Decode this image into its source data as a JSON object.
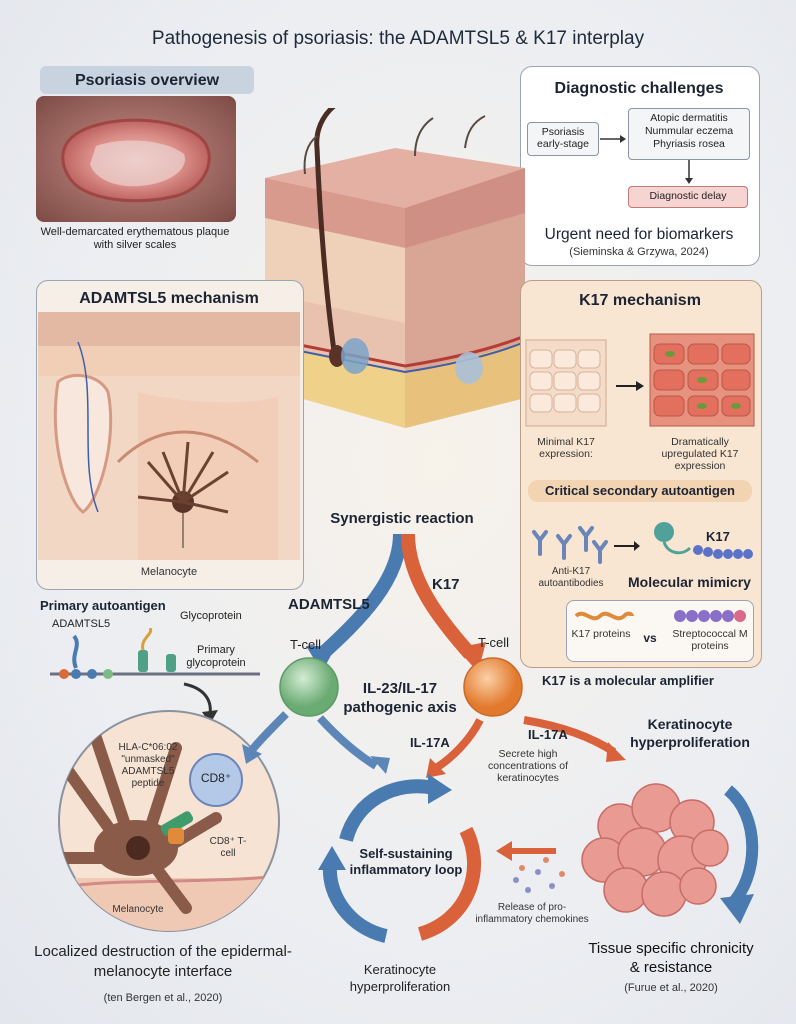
{
  "title": "Pathogenesis of psoriasis: the ADAMTSL5 & K17 interplay",
  "overview": {
    "header": "Psoriasis overview",
    "caption": "Well-demarcated erythematous plaque with silver scales"
  },
  "diagnostic": {
    "header": "Diagnostic challenges",
    "box_left": "Psoriasis early-stage",
    "box_right": "Atopic dermatitis Nummular eczema Phyriasis rosea",
    "box_delay": "Diagnostic delay",
    "urgent": "Urgent need for biomarkers",
    "citation": "(Sieminska & Grzywa, 2024)"
  },
  "adamtsl5_mech": {
    "header": "ADAMTSL5 mechanism",
    "melanocyte_label": "Melanocyte"
  },
  "primary": {
    "header": "Primary autoantigen",
    "adamtsl5": "ADAMTSL5",
    "glycoprotein": "Glycoprotein",
    "primary_glyco": "Primary glycoprotein"
  },
  "k17_mech": {
    "header": "K17 mechanism",
    "minimal": "Minimal K17 expression:",
    "upregulated": "Dramatically upregulated K17 expression",
    "critical": "Critical secondary autoantigen",
    "anti_k17": "Anti-K17 autoantibodies",
    "k17_tag": "K17",
    "mimicry": "Molecular mimicry",
    "k17_proteins": "K17 proteins",
    "vs": "vs",
    "strep": "Streptococcal M proteins"
  },
  "center": {
    "synergy": "Synergistic reaction",
    "adamtsl5": "ADAMTSL5",
    "k17": "K17",
    "tcell_left": "T-cell",
    "tcell_right": "T-cell",
    "axis": "IL-23/IL-17 pathogenic axis",
    "amplifier": "K17 is a molecular amplifier",
    "il17a_left": "IL-17A",
    "il17a_right": "IL-17A",
    "secrete": "Secrete high concentrations of keratinocytes",
    "loop": "Self-sustaining inflammatory loop",
    "release": "Release of pro-inflammatory chemokines",
    "kera_bottom": "Keratinocyte hyperproliferation"
  },
  "right_bottom": {
    "kera": "Keratinocyte hyperproliferation",
    "tissue": "Tissue specific chronicity & resistance",
    "citation": "(Furue et al., 2020)"
  },
  "left_bottom": {
    "hla": "HLA-C*06:02 \"unmasked\" ADAMTSL5 peptide",
    "cd8": "CD8⁺",
    "cd8_tcell": "CD8⁺ T-cell",
    "melanocyte": "Melanocyte",
    "localized": "Localized destruction of the epidermal-melanocyte interface",
    "citation": "(ten Bergen et al., 2020)"
  },
  "colors": {
    "adamtsl5_blue": "#4a7bb0",
    "k17_orange": "#d9623a",
    "tcell_green": "#7dbb84",
    "tcell_orange": "#f08a3e",
    "panel_blue": "#e7ecf3",
    "panel_peach": "#f8e6d2",
    "delay_red": "#f6d4d2"
  }
}
